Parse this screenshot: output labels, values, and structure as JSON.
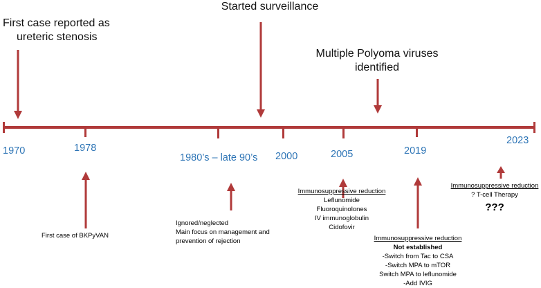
{
  "colors": {
    "timeline": "#b03a3a",
    "year": "#2e75b6",
    "text": "#111111"
  },
  "annotations_top": {
    "first_case": [
      "First case reported as",
      "ureteric stenosis"
    ],
    "surveillance": "Started surveillance",
    "polyoma": [
      "Multiple Polyoma viruses",
      "identified"
    ]
  },
  "years": {
    "y1970": "1970",
    "y1978": "1978",
    "y1980s": "1980’s – late 90’s",
    "y2000": "2000",
    "y2005": "2005",
    "y2019": "2019",
    "y2023": "2023"
  },
  "notes": {
    "bkpyvan": "First case of BKPyVAN",
    "neglected": [
      "Ignored/neglected",
      "Main focus on management  and",
      "prevention of rejection"
    ],
    "n2005": {
      "heading": "Immunosuppressive reduction",
      "items": [
        "Leflunomide",
        "Fluoroquinolones",
        "IV immunoglobulin",
        "Cidofovir"
      ]
    },
    "n2019": {
      "heading": "Immunosuppressive reduction",
      "bold": "Not established",
      "items": [
        "-Switch from Tac to CSA",
        "-Switch MPA to mTOR",
        "Switch MPA to leflunomide",
        "-Add  IVIG"
      ]
    },
    "n2023": {
      "heading": "Immunosuppressive reduction",
      "items": [
        "? T-cell Therapy"
      ],
      "big": "???"
    }
  }
}
